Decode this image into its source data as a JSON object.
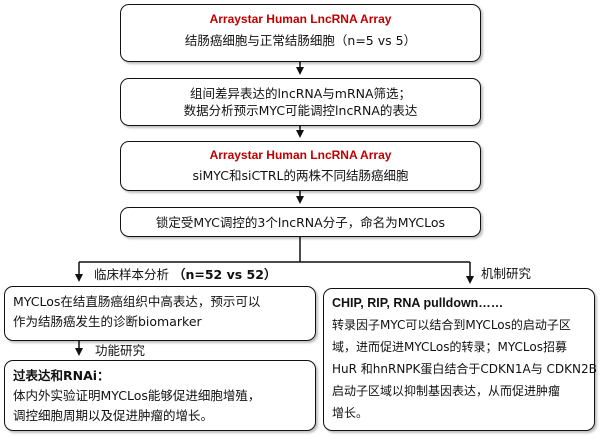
{
  "box1": {
    "title": "Arraystar Human LncRNA Array",
    "text": "结肠癌细胞与正常结肠细胞（n=5  vs 5）"
  },
  "box2": {
    "line1": "组间差异表达的lncRNA与mRNA筛选；",
    "line2": "数据分析预示MYC可能调控lncRNA的表达"
  },
  "box3": {
    "title": "Arraystar Human LncRNA Array",
    "text": "siMYC和siCTRL的两株不同结肠癌细胞"
  },
  "box4": {
    "text": "锁定受MYC调控的3个lncRNA分子，命名为MYCLos"
  },
  "branch_left": {
    "label_prefix": "临床样本分析 ",
    "label_bold": "（n=52 vs 52）"
  },
  "branch_right": {
    "label": "机制研究"
  },
  "box5": {
    "line1": "MYCLos在结直肠癌组织中高表达，预示可以",
    "line2": "作为结肠癌发生的诊断biomarker"
  },
  "functional": {
    "label": "功能研究"
  },
  "box6": {
    "title": "过表达和RNAi：",
    "line1": "体内外实验证明MYCLos能够促进细胞增殖，",
    "line2": "调控细胞周期以及促进肿瘤的增长。"
  },
  "box7": {
    "title": "CHIP, RIP, RNA pulldown……",
    "line1": "转录因子MYC可以结合到MYCLos的启动子区",
    "line2": "域，进而促进MYCLos的转录；MYCLos招募",
    "line3": "HuR 和hnRNPK蛋白结合于CDKN1A与 CDKN2B",
    "line4": "启动子区域以抑制基因表达，从而促进肿瘤",
    "line5": "增长。"
  }
}
